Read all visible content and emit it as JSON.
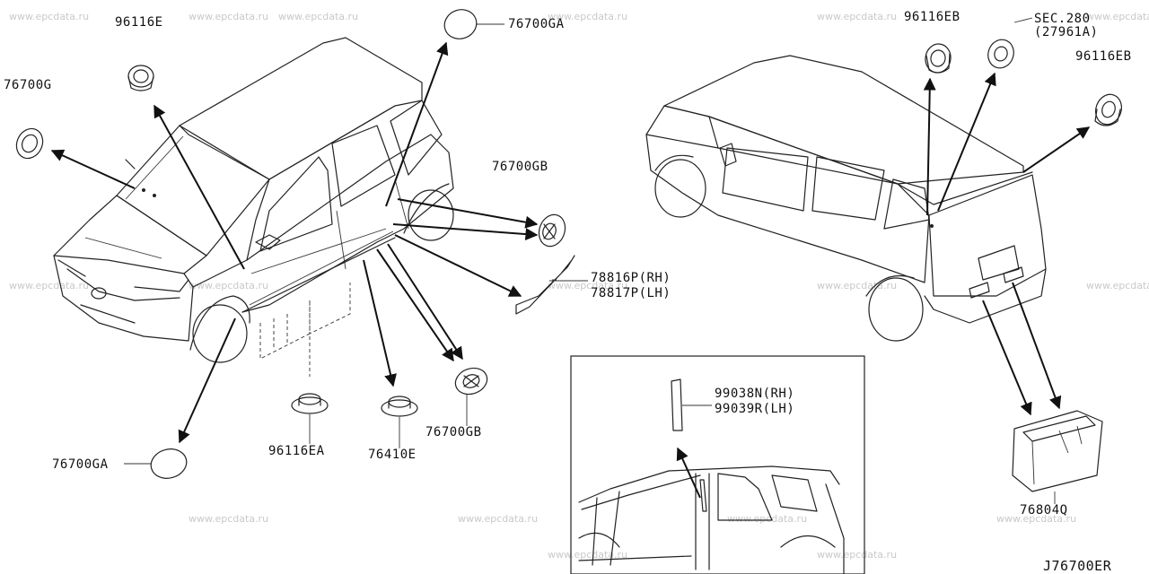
{
  "diagram_code": "J76700ER",
  "watermark_text": "www.epcdata.ru",
  "labels": {
    "p96116E": "96116E",
    "p76700G": "76700G",
    "p76700GA_top": "76700GA",
    "p76700GB_right": "76700GB",
    "p78816P": "78816P(RH)",
    "p78817P": "78817P(LH)",
    "p96116EA": "96116EA",
    "p76410E": "76410E",
    "p76700GB_bottom": "76700GB",
    "p76700GA_bottom": "76700GA",
    "p96116EB_top": "96116EB",
    "sec280": "SEC.280",
    "p27961A": "(27961A)",
    "p96116EB_right": "96116EB",
    "p76804Q": "76804Q",
    "p99038N": "99038N(RH)",
    "p99039R": "99039R(LH)"
  },
  "colors": {
    "line": "#222222",
    "watermark": "#c9c9c9",
    "background": "#ffffff"
  }
}
